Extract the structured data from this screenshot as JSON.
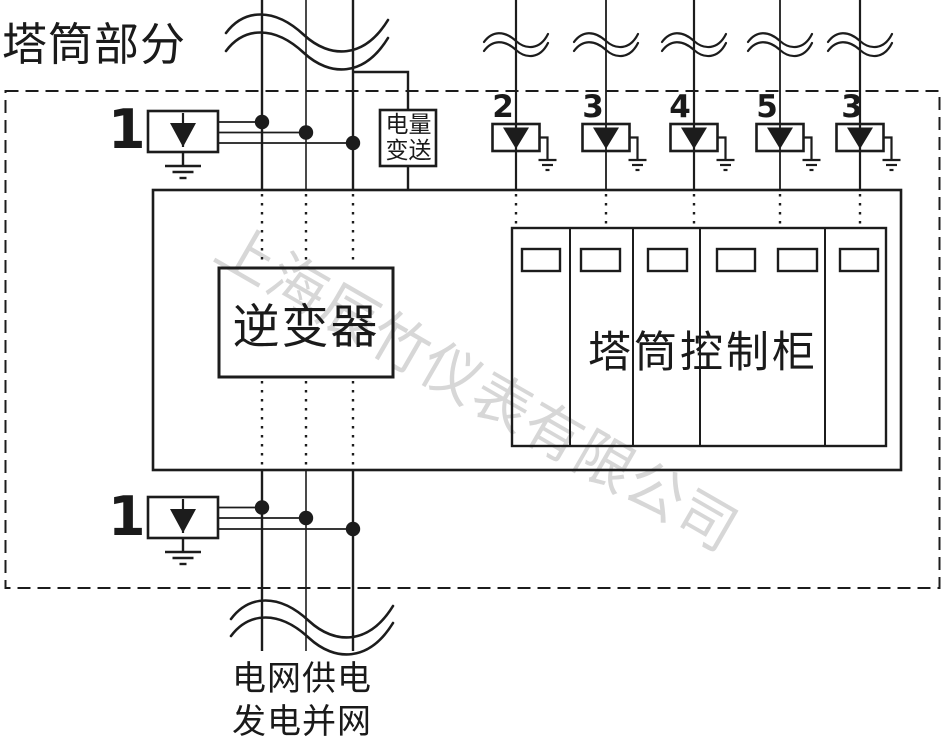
{
  "header": {
    "title": "塔筒部分"
  },
  "watermark": {
    "text": "上海辰竹仪表有限公司",
    "color": "#d7d7d7"
  },
  "spd": {
    "top_label": "1",
    "bottom_label": "1",
    "branch_labels": [
      "2",
      "3",
      "4",
      "5",
      "3"
    ]
  },
  "blocks": {
    "transducer_line1": "电量",
    "transducer_line2": "变送",
    "inverter": "逆变器",
    "cabinet": "塔筒控制柜"
  },
  "footer": {
    "line1": "电网供电",
    "line2": "发电并网"
  },
  "colors": {
    "line": "#1c1c1c",
    "text": "#1a1a1a",
    "watermark": "#d7d7d7",
    "background": "#ffffff"
  }
}
